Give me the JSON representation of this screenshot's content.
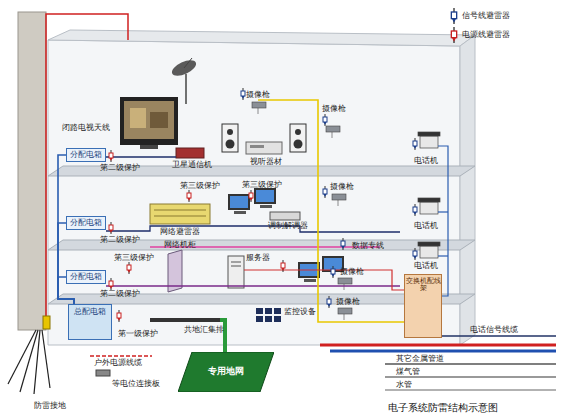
{
  "diagram": {
    "caption": "电子系统防雷结构示意图",
    "nodes": [
      {
        "text": [
          "分配电箱"
        ]
      },
      {
        "text": [
          "分配电箱"
        ]
      },
      {
        "text": [
          "分配电箱"
        ]
      },
      {
        "text": [
          "总配电箱"
        ]
      },
      {
        "text": [
          "交换机配线架"
        ]
      },
      {
        "text": [
          "专用地网"
        ]
      }
    ],
    "edges": [
      {
        "from": 3,
        "to": 0,
        "arrow": "none"
      },
      {
        "from": 3,
        "to": 1,
        "arrow": "none"
      },
      {
        "from": 3,
        "to": 2,
        "arrow": "none"
      }
    ],
    "labels": [
      "闭路电视天线",
      "摄像枪",
      "卫星通信机",
      "视听器材",
      "摄像枪",
      "第二级保护",
      "第三级保护",
      "第三级保护",
      "摄像枪",
      "网络避雷器",
      "调制解调器",
      "第二级保护",
      "第三级保护",
      "网络机柜",
      "服务器",
      "数据专线",
      "摄像枪",
      "第二级保护",
      "摄像枪",
      "监控设备",
      "第一级保护",
      "共地汇集排",
      "户外电源线缆",
      "等电位连接板",
      "防雷接地",
      "电话机",
      "电话机",
      "电话机",
      "电话信号线缆",
      "其它金属管道",
      "煤气管",
      "水管"
    ],
    "legend": [
      {
        "text": "信号线避雷器"
      },
      {
        "text": "电源线避雷器"
      }
    ]
  }
}
